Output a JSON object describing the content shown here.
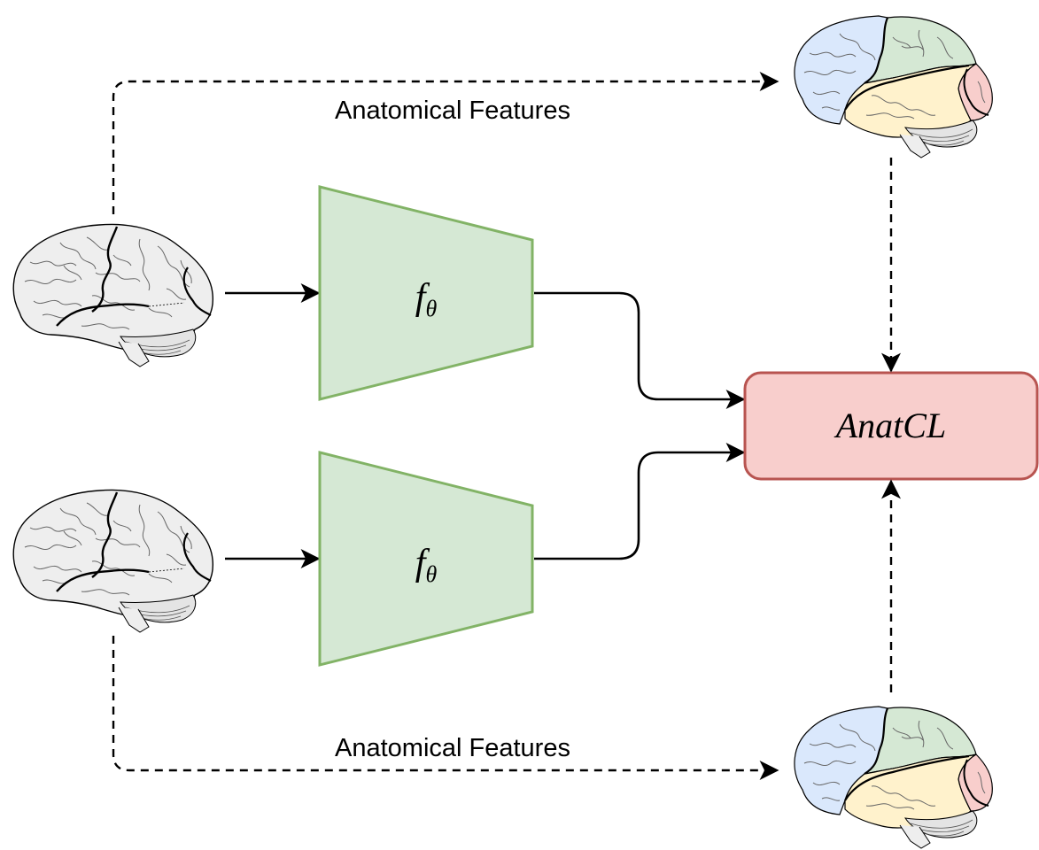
{
  "edges": {
    "top_label": "Anatomical Features",
    "bottom_label": "Anatomical Features"
  },
  "encoders": {
    "top": {
      "func": "f",
      "subscript": "θ"
    },
    "bottom": {
      "func": "f",
      "subscript": "θ"
    }
  },
  "loss_box": {
    "label": "AnatCL"
  },
  "colors": {
    "encoder_fill": "#d5e8d4",
    "encoder_stroke": "#82b366",
    "loss_fill": "#f8cecc",
    "loss_stroke": "#b85450",
    "lobe_frontal": "#dae8fc",
    "lobe_parietal": "#d5e8d4",
    "lobe_temporal": "#fff2cc",
    "lobe_occipital": "#f8cecc",
    "brain_gray": "#eeeeee"
  },
  "icons": {
    "input_brain": "brain-icon",
    "segmented_brain": "segmented-brain-icon"
  }
}
